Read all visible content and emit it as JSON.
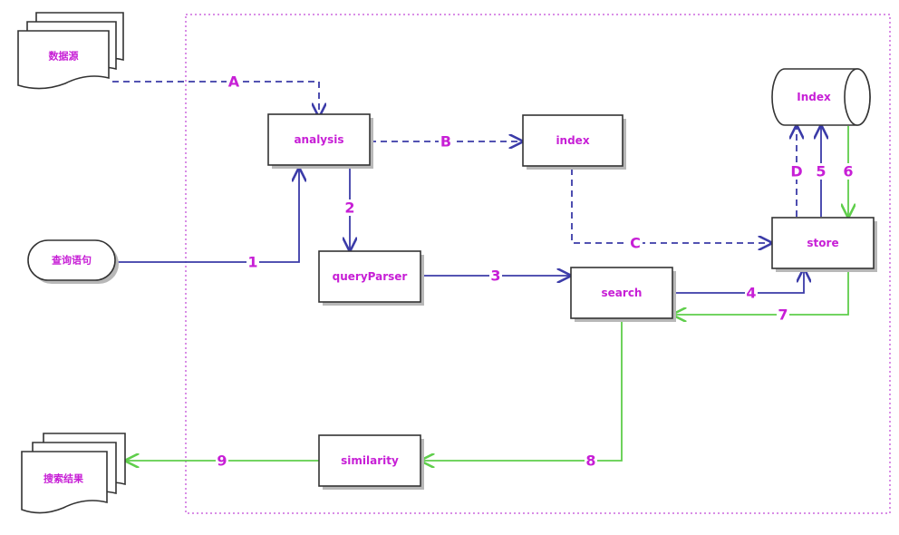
{
  "nodes": {
    "data_source": "数据源",
    "query": "查询语句",
    "analysis": "analysis",
    "index_proc": "index",
    "query_parser": "queryParser",
    "search": "search",
    "store": "store",
    "index_db": "Index",
    "similarity": "similarity",
    "results": "搜索结果"
  },
  "edges": {
    "a": "A",
    "b": "B",
    "c": "C",
    "d": "D",
    "e1": "1",
    "e2": "2",
    "e3": "3",
    "e4": "4",
    "e5": "5",
    "e6": "6",
    "e7": "7",
    "e8": "8",
    "e9": "9"
  },
  "colors": {
    "label": "#c71fd6",
    "index_flow": "#3b3ba8",
    "result_flow": "#5fce4b",
    "boundary": "#d98ee6"
  }
}
